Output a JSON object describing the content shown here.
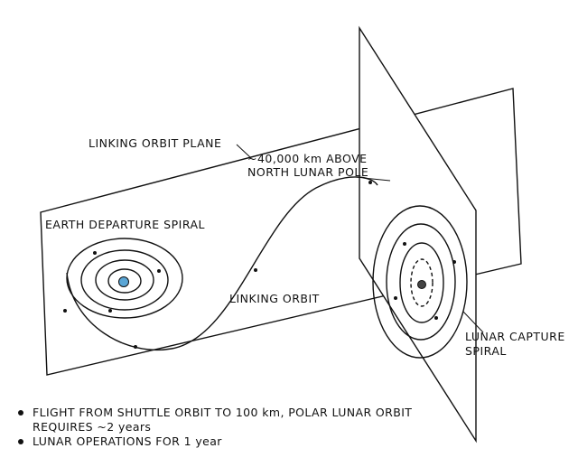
{
  "labels": {
    "linking_orbit_plane": "LINKING ORBIT PLANE",
    "altitude_line1": "~40,000 km ABOVE",
    "altitude_line2": "NORTH LUNAR POLE",
    "earth_departure": "EARTH DEPARTURE SPIRAL",
    "linking_orbit": "LINKING ORBIT",
    "lunar_capture_line1": "LUNAR CAPTURE",
    "lunar_capture_line2": "SPIRAL"
  },
  "notes": [
    {
      "line1": "FLIGHT FROM SHUTTLE ORBIT TO 100 km, POLAR LUNAR ORBIT",
      "line2": "REQUIRES ~2 years"
    },
    {
      "line1": "LUNAR OPERATIONS FOR 1 year"
    }
  ],
  "colors": {
    "ink": "#111111",
    "earth": "#5aa6d6",
    "moon": "#444444"
  }
}
